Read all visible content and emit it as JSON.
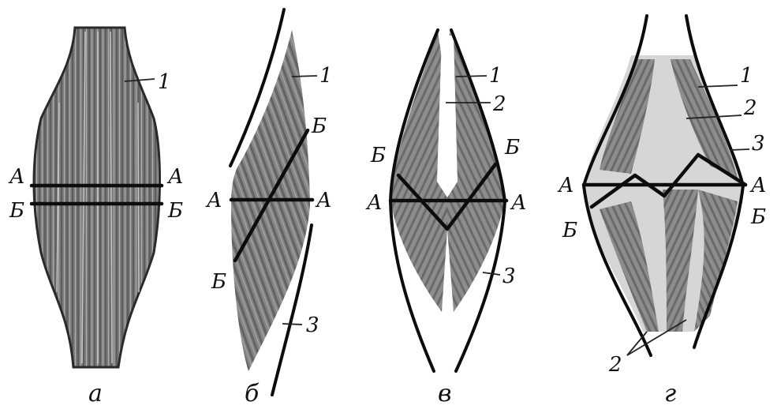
{
  "labels": {
    "section_a": "А",
    "section_b": "Б",
    "n1": "1",
    "n2": "2",
    "n3": "3"
  },
  "captions": {
    "a": "а",
    "b": "б",
    "v": "в",
    "g": "г"
  },
  "colors": {
    "ink": "#0c0c0c",
    "fiber_dark": "#6e6e6e",
    "fiber_mid": "#8a8a8a",
    "fiber_light": "#a8a8a8",
    "background": "#ffffff"
  }
}
